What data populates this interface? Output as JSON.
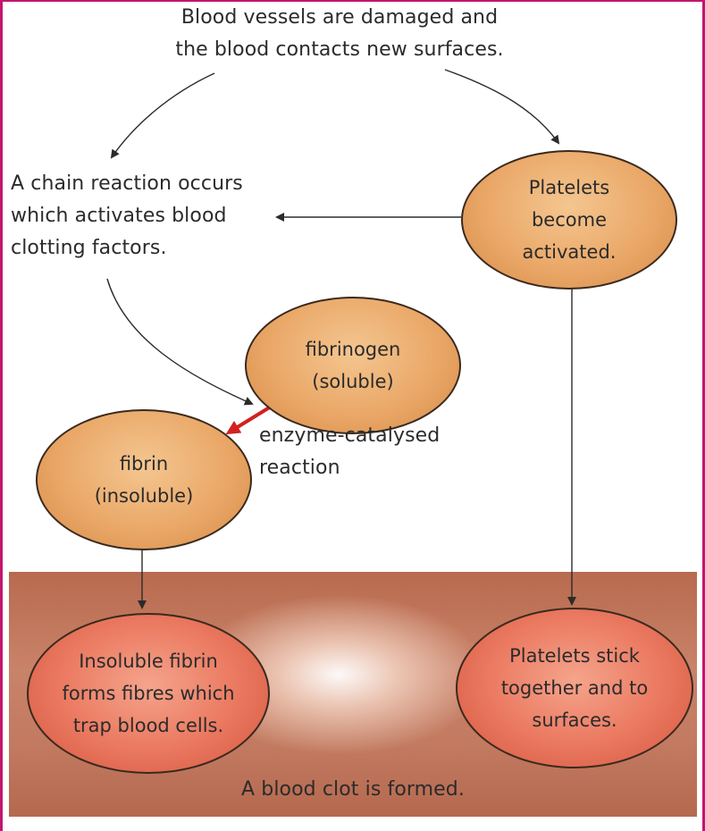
{
  "top": {
    "line1": "Blood vessels are damaged and",
    "line2": "the blood contacts new surfaces."
  },
  "chain": {
    "line1": "A chain reaction occurs",
    "line2": "which activates blood",
    "line3": "clotting factors."
  },
  "platelets": {
    "line1": "Platelets",
    "line2": "become",
    "line3": "activated."
  },
  "fibrinogen": {
    "line1": "fibrinogen",
    "line2": "(soluble)"
  },
  "enzyme": {
    "line1": "enzyme-catalysed",
    "line2": "reaction"
  },
  "fibrin": {
    "line1": "fibrin",
    "line2": "(insoluble)"
  },
  "trap": {
    "line1": "Insoluble fibrin",
    "line2": "forms fibres which",
    "line3": "trap blood cells."
  },
  "stick": {
    "line1": "Platelets stick",
    "line2": "together and to",
    "line3": "surfaces."
  },
  "clot": {
    "label": "A blood clot is formed."
  },
  "colors": {
    "frame": "#c2166e",
    "ellipse_orange": "#eaa868",
    "ellipse_red": "#eb7b62",
    "band": "#c27a60",
    "reaction_arrow": "#d42020"
  }
}
